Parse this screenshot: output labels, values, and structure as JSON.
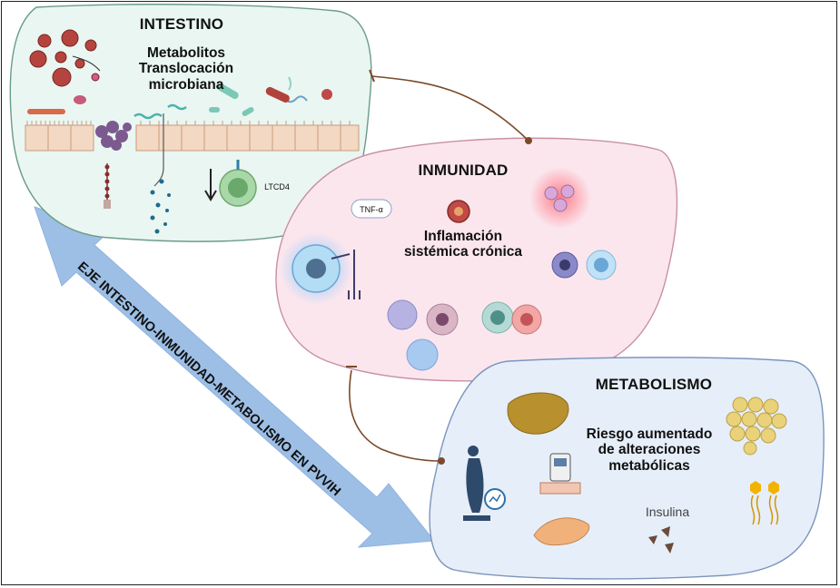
{
  "gut": {
    "title": "INTESTINO",
    "text": "Metabolitos\nTranslocación\nmicrobiana",
    "ltcd4": "LTCD4"
  },
  "immunity": {
    "title": "INMUNIDAD",
    "text": "Inflamación\nsistémica crónica",
    "tnf": "TNF-α"
  },
  "metabolism": {
    "title": "METABOLISMO",
    "text": "Riesgo aumentado\nde alteraciones\nmetabólicas",
    "insulin": "Insulina"
  },
  "axis_label": "EJE INTESTINO-INMUNIDAD-METABOLISMO EN PVVIH",
  "colors": {
    "gut_fill": "#eaf6f1",
    "immunity_fill": "#fbe6ee",
    "metabolism_fill": "#e6eef9",
    "connector": "#7a4a2a",
    "axis_arrow": "#9dbfe6"
  }
}
